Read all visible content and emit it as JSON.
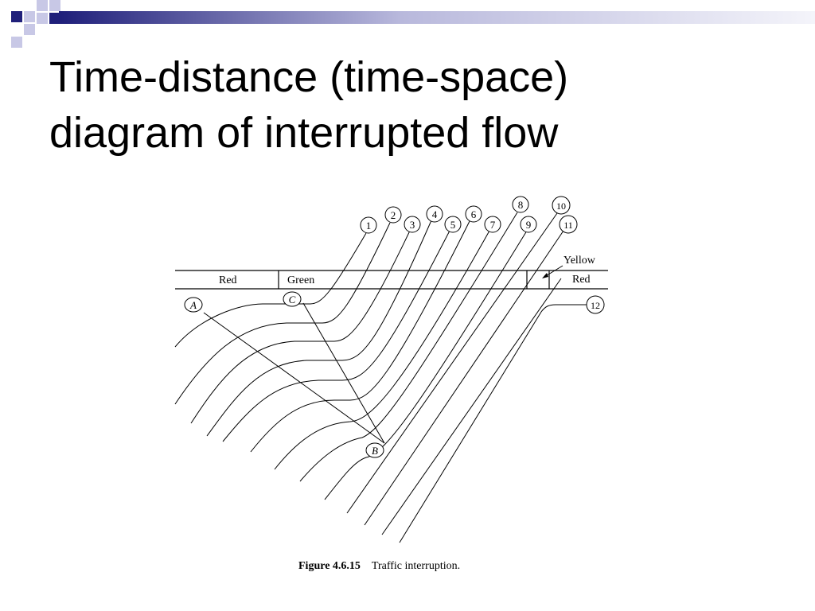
{
  "slide": {
    "title_line1": "Time-distance (time-space)",
    "title_line2": "diagram of interrupted flow",
    "accent_colors": {
      "navy": "#1f1f7a",
      "light": "#c8c8e6",
      "gradient_end": "#f0f0f8"
    }
  },
  "diagram": {
    "signal_phases": {
      "red_left": "Red",
      "green": "Green",
      "yellow": "Yellow",
      "red_right": "Red"
    },
    "point_labels": {
      "A": "A",
      "B": "B",
      "C": "C"
    },
    "vehicle_labels": [
      "1",
      "2",
      "3",
      "4",
      "5",
      "6",
      "7",
      "8",
      "9",
      "10",
      "11",
      "12"
    ]
  },
  "figure": {
    "caption_number": "Figure 4.6.15",
    "caption_text": "Traffic interruption."
  }
}
